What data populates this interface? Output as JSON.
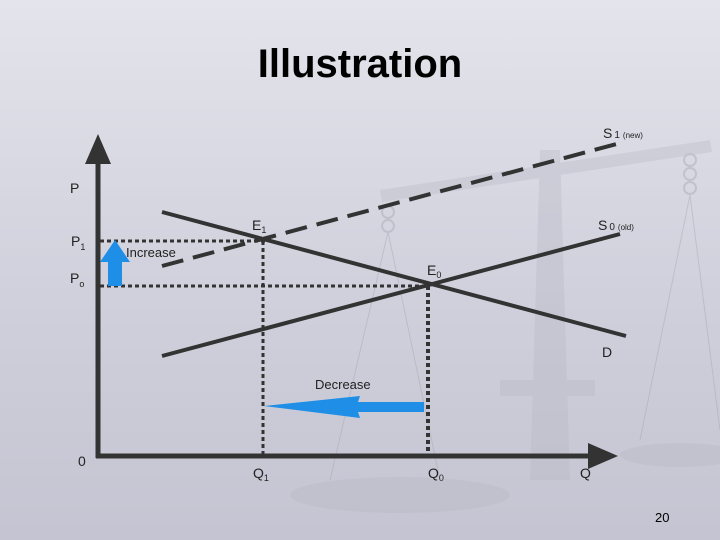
{
  "slide": {
    "title": "Illustration",
    "page_number": "20"
  },
  "diagram": {
    "axis_y_label": "P",
    "axis_x_label": "Q",
    "origin_label": "0",
    "price_new": {
      "main": "P",
      "sub": "1"
    },
    "price_old": {
      "main": "P",
      "sub": "o"
    },
    "qty_new": {
      "main": "Q",
      "sub": "1"
    },
    "qty_old": {
      "main": "Q",
      "sub": "0"
    },
    "eq_new": {
      "main": "E",
      "sub": "1"
    },
    "eq_old": {
      "main": "E",
      "sub": "0"
    },
    "supply_new": {
      "main": "S",
      "sub": "1",
      "note": "(new)"
    },
    "supply_old": {
      "main": "S",
      "sub": "0",
      "note": "(old)"
    },
    "demand_label": "D",
    "increase_label": "Increase",
    "decrease_label": "Decrease",
    "arrow_color": "#1f8ee6"
  }
}
